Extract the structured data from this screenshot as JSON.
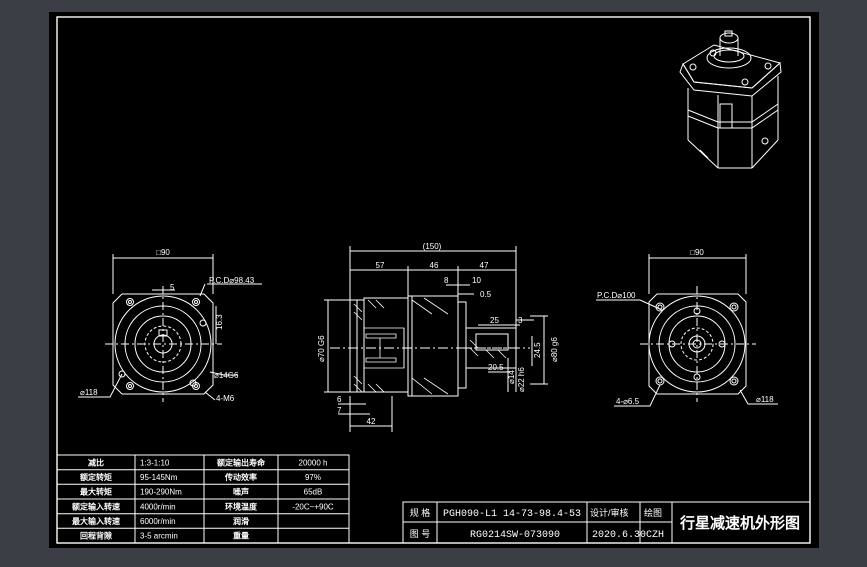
{
  "colors": {
    "window_bg": "#3b3e45",
    "sheet_bg": "#000000",
    "line": "#ffffff",
    "text": "#ffffff"
  },
  "front_view_left": {
    "dim_width": "□90",
    "pcd": "P.C.D⌀98.43",
    "key_width": "5",
    "key_height": "16.3",
    "shaft_dia": "⌀14G6",
    "outer_dia": "⌀118",
    "holes": "4-M6"
  },
  "side_view": {
    "overall": "(150)",
    "seg_a": "57",
    "seg_b": "46",
    "seg_c": "47",
    "dim_8": "8",
    "dim_10": "10",
    "dim_05": "0.5",
    "dim_25": "25",
    "dim_3": "3",
    "pilot": "⌀70 G6",
    "shaft_len": "20.5",
    "bore1": "⌀14",
    "bore2": "⌀22 h6",
    "step": "24.5",
    "flange": "⌀80 g6",
    "bottom_6": "6",
    "bottom_7": "7",
    "bottom_42": "42"
  },
  "front_view_right": {
    "dim_width": "□90",
    "pcd": "P.C.D⌀100",
    "holes": "4-⌀6.5",
    "outer_dia": "⌀118"
  },
  "spec_table": {
    "rows": [
      {
        "k1": "减比",
        "v1": "1:3-1:10",
        "k2": "额定输出寿命",
        "v2": "20000 h"
      },
      {
        "k1": "额定转矩",
        "v1": "95-145Nm",
        "k2": "传动效率",
        "v2": "97%"
      },
      {
        "k1": "最大转矩",
        "v1": "190-290Nm",
        "k2": "噪声",
        "v2": "65dB"
      },
      {
        "k1": "额定输入转速",
        "v1": "4000r/min",
        "k2": "环境温度",
        "v2": "-20C~+90C"
      },
      {
        "k1": "最大输入转速",
        "v1": "6000r/min",
        "k2": "润滑",
        "v2": ""
      },
      {
        "k1": "回程背隙",
        "v1": "3-5 arcmin",
        "k2": "重量",
        "v2": ""
      }
    ]
  },
  "title_block": {
    "label_spec": "规 格",
    "spec": "PGH090-L1 14-73-98.4-53",
    "label_designer": "设计/审核",
    "designer": "绘图",
    "label_drawing": "图 号",
    "drawing_no": "RG0214SW-073090",
    "date": "2020.6.30",
    "initials": "CZH",
    "title": "行星减速机外形图"
  }
}
